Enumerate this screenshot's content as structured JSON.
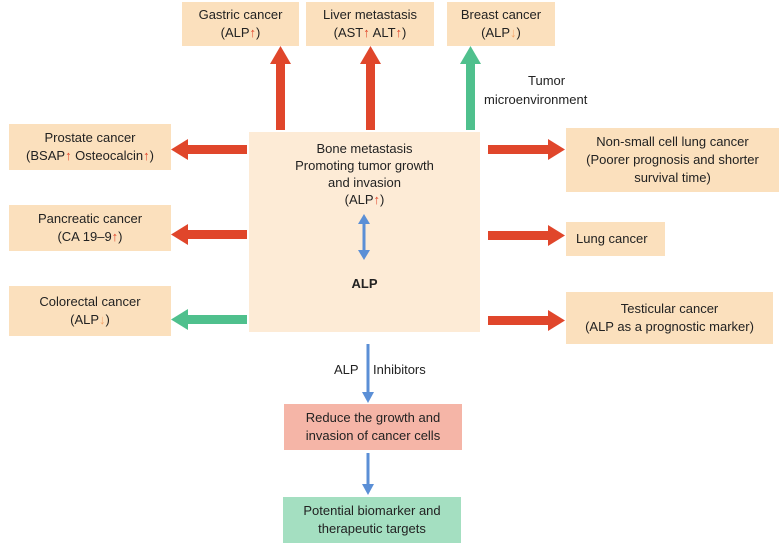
{
  "center": {
    "line1": "Bone metastasis",
    "line2": "Promoting tumor growth",
    "line3": "and invasion",
    "line4": "(ALP",
    "line4_close": ")",
    "alp": "ALP"
  },
  "top": {
    "gastric": {
      "name": "Gastric cancer",
      "pre": "(ALP",
      "post": ")"
    },
    "liver": {
      "name": "Liver metastasis",
      "pre1": "(AST",
      "mid": " ALT",
      "post": ")"
    },
    "breast": {
      "name": "Breast cancer",
      "pre": "(ALP",
      "post": ")"
    }
  },
  "tumor_env": {
    "line1": "Tumor",
    "line2": "microenvironment"
  },
  "left": {
    "prostate": {
      "name": "Prostate cancer",
      "pre": "(BSAP",
      "mid": " Osteocalcin",
      "post": ")"
    },
    "pancreatic": {
      "name": "Pancreatic cancer",
      "pre": "(CA 19–9",
      "post": ")"
    },
    "colorectal": {
      "name": "Colorectal cancer",
      "pre": "(ALP",
      "post": ")"
    }
  },
  "right": {
    "nsclc": {
      "line1": "Non-small cell lung cancer",
      "line2": "(Poorer prognosis and shorter",
      "line3": "survival time)"
    },
    "lung": {
      "name": "Lung cancer"
    },
    "testicular": {
      "name": "Testicular cancer",
      "line2": "(ALP as a prognostic marker)"
    }
  },
  "inhibitors": {
    "a": "ALP",
    "b": "Inhibitors"
  },
  "reduce": {
    "line1": "Reduce the growth and",
    "line2": "invasion of cancer cells"
  },
  "potential": {
    "line1": "Potential biomarker and",
    "line2": "therapeutic targets"
  },
  "glyphs": {
    "up": "↑",
    "down": "↓"
  },
  "colors": {
    "red_arrow": "#e0462b",
    "green_arrow": "#4fc08d",
    "blue_arrow": "#5b8fd6",
    "box_fill": "#fbe0bd"
  }
}
